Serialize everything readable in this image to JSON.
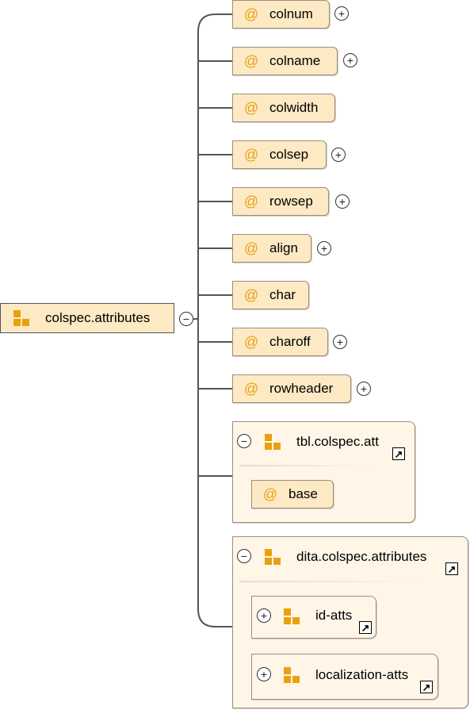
{
  "root": {
    "label": "colspec.attributes",
    "toggle": "−"
  },
  "attributes": [
    {
      "label": "colnum",
      "expandable": true
    },
    {
      "label": "colname",
      "expandable": true
    },
    {
      "label": "colwidth",
      "expandable": false
    },
    {
      "label": "colsep",
      "expandable": true
    },
    {
      "label": "rowsep",
      "expandable": true
    },
    {
      "label": "align",
      "expandable": true
    },
    {
      "label": "char",
      "expandable": false
    },
    {
      "label": "charoff",
      "expandable": true
    },
    {
      "label": "rowheader",
      "expandable": true
    }
  ],
  "attr_symbol": "@",
  "expand_symbol": "+",
  "collapse_symbol": "−",
  "ref_symbol": "↗",
  "tbl_group": {
    "label": "tbl.colspec.att",
    "children": [
      {
        "label": "base"
      }
    ]
  },
  "dita_group": {
    "label": "dita.colspec.attributes",
    "children": [
      {
        "label": "id-atts"
      },
      {
        "label": "localization-atts"
      }
    ]
  },
  "colors": {
    "accent": "#e8a10f",
    "node_fill": "#fde9c3",
    "panel_fill": "#fff6e8"
  }
}
